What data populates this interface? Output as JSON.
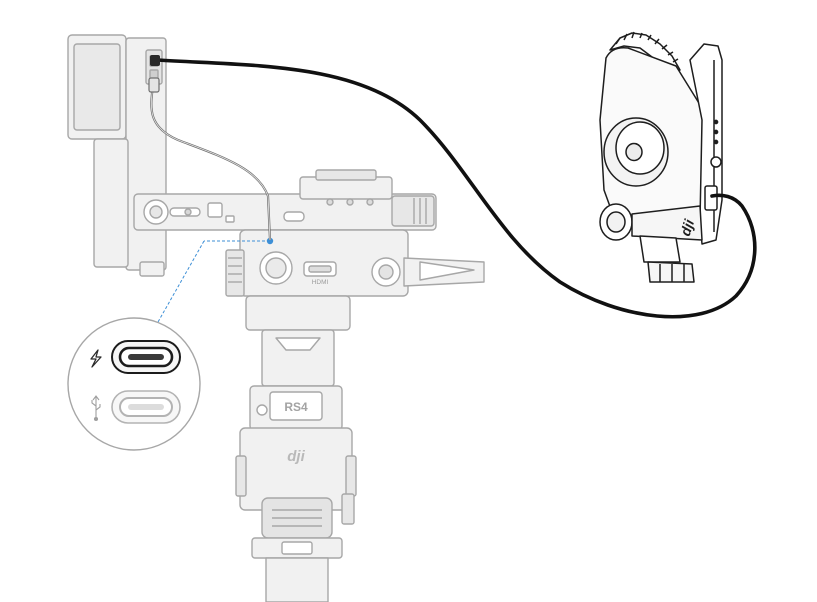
{
  "gimbal": {
    "port_label": "HDMI",
    "model_label": "RS4",
    "brand_label": "dji"
  },
  "motor": {
    "brand_label": "dji"
  },
  "inset": {
    "top_port_icon": "lightning-bolt-icon",
    "bottom_port_icon": "usb-icon"
  },
  "colors": {
    "gimbal_stroke": "#a7a7a7",
    "gimbal_fill": "#f1f1f1",
    "cable": "#111111",
    "callout": "#3d8fd6",
    "motor_stroke": "#1e1e1e",
    "motor_fill": "#f6f6f6"
  }
}
